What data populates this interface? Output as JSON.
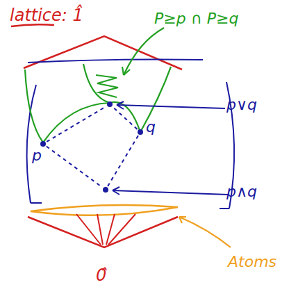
{
  "diagram": {
    "nodes": [
      {
        "text": [
          "p∨q"
        ]
      },
      {
        "text": [
          "q"
        ]
      },
      {
        "text": [
          "p"
        ]
      },
      {
        "text": [
          "p∧q"
        ]
      }
    ],
    "edges": [
      {
        "from": 2,
        "to": 0,
        "arrow": "none"
      },
      {
        "from": 1,
        "to": 0,
        "arrow": "none"
      },
      {
        "from": 2,
        "to": 3,
        "arrow": "none"
      },
      {
        "from": 1,
        "to": 3,
        "arrow": "none"
      }
    ],
    "labels": [
      "lattice: 1̂",
      "P≥p ∩ P≥q",
      "Atoms",
      "0̂"
    ]
  }
}
